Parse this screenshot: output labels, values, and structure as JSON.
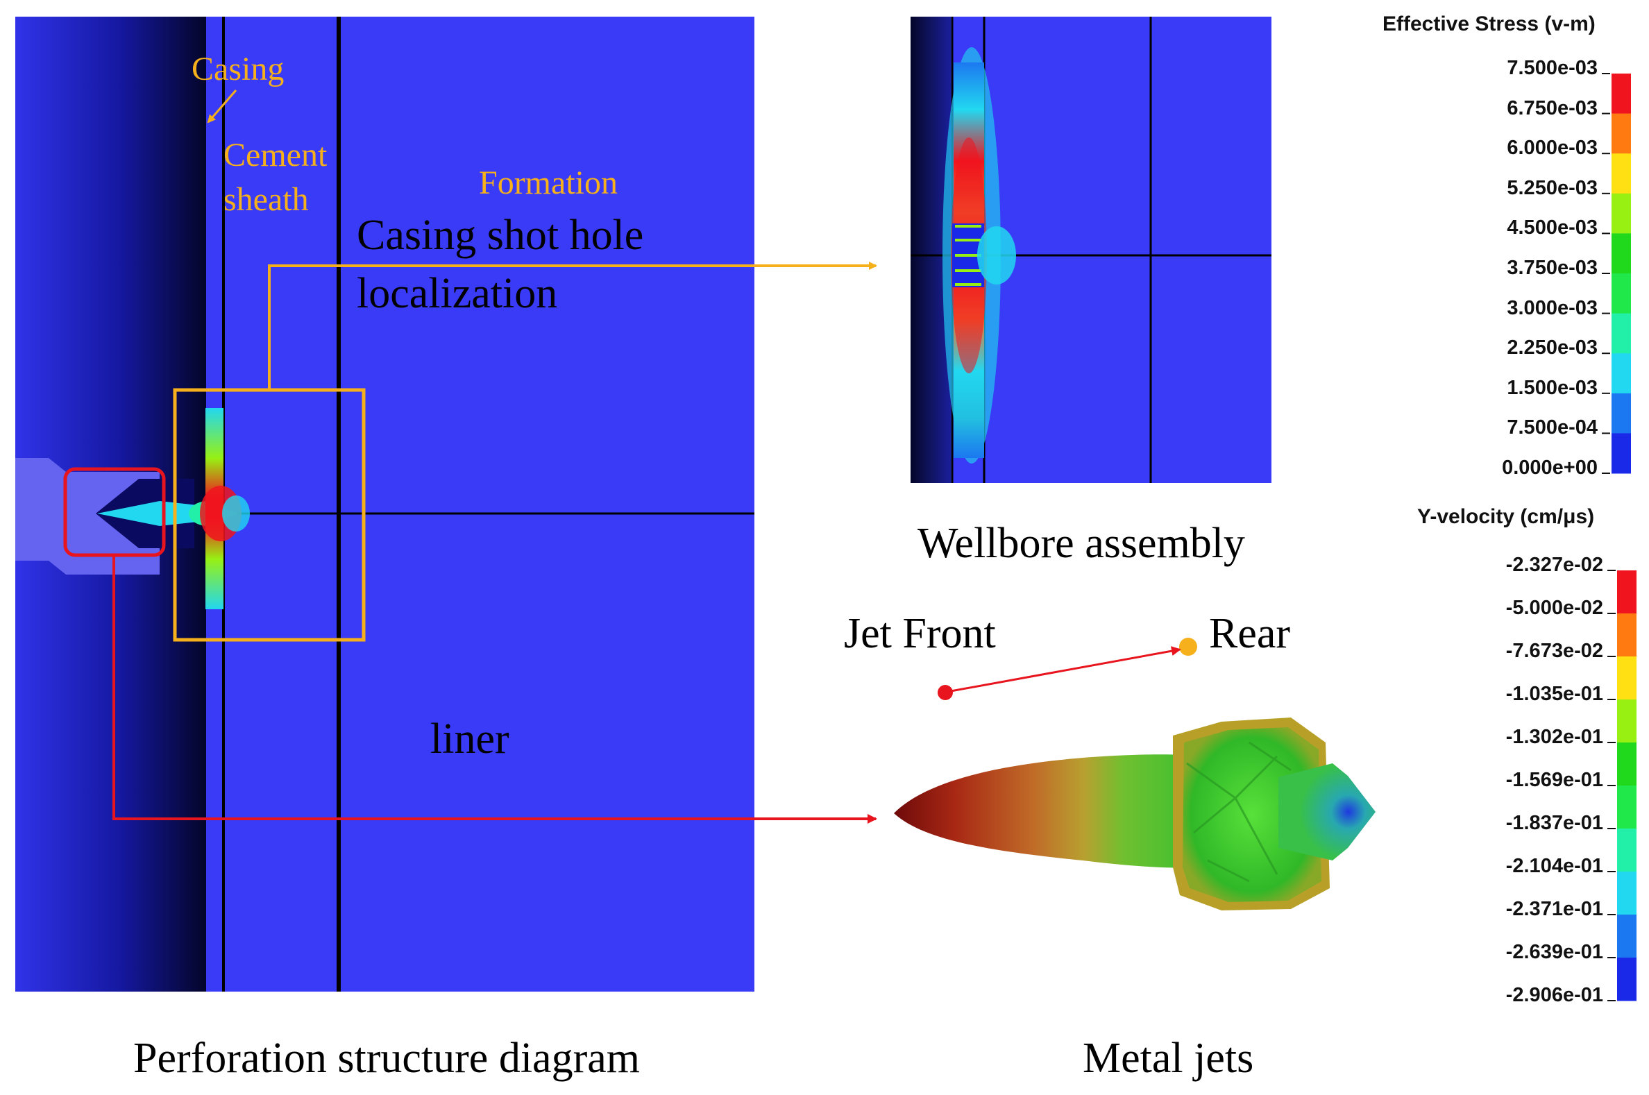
{
  "colors": {
    "model_blue": "#3A3BF7",
    "dark_navy": "#07083A",
    "orange_accent": "#F5B01C",
    "red_accent": "#E8141E"
  },
  "labels": {
    "casing": "Casing",
    "cement_sheath_line1": "Cement",
    "cement_sheath_line2": "sheath",
    "formation": "Formation",
    "casing_shot_hole_line1": "Casing  shot  hole",
    "casing_shot_hole_line2": "localization",
    "liner": "liner",
    "jet_front": "Jet Front",
    "rear": "Rear"
  },
  "captions": {
    "perforation_structure": "Perforation structure diagram",
    "wellbore_assembly": "Wellbore assembly",
    "metal_jets": "Metal jets"
  },
  "legend_stress": {
    "title": "Effective Stress (v-m)",
    "ticks": [
      "7.500e-03",
      "6.750e-03",
      "6.000e-03",
      "5.250e-03",
      "4.500e-03",
      "3.750e-03",
      "3.000e-03",
      "2.250e-03",
      "1.500e-03",
      "7.500e-04",
      "0.000e+00"
    ],
    "colors": [
      "#F0141E",
      "#FF7A10",
      "#FFE013",
      "#98F013",
      "#20D81C",
      "#20E84A",
      "#22F0A8",
      "#22D8F0",
      "#1C78F0",
      "#1A28E8"
    ]
  },
  "legend_velocity": {
    "title": "Y-velocity (cm/μs)",
    "ticks": [
      "-2.327e-02",
      "-5.000e-02",
      "-7.673e-02",
      "-1.035e-01",
      "-1.302e-01",
      "-1.569e-01",
      "-1.837e-01",
      "-2.104e-01",
      "-2.371e-01",
      "-2.639e-01",
      "-2.906e-01"
    ],
    "colors": [
      "#F0141E",
      "#FF7A10",
      "#FFE013",
      "#98F013",
      "#20D81C",
      "#20E84A",
      "#22F0A8",
      "#22D8F0",
      "#1C78F0",
      "#1A28E8"
    ]
  }
}
